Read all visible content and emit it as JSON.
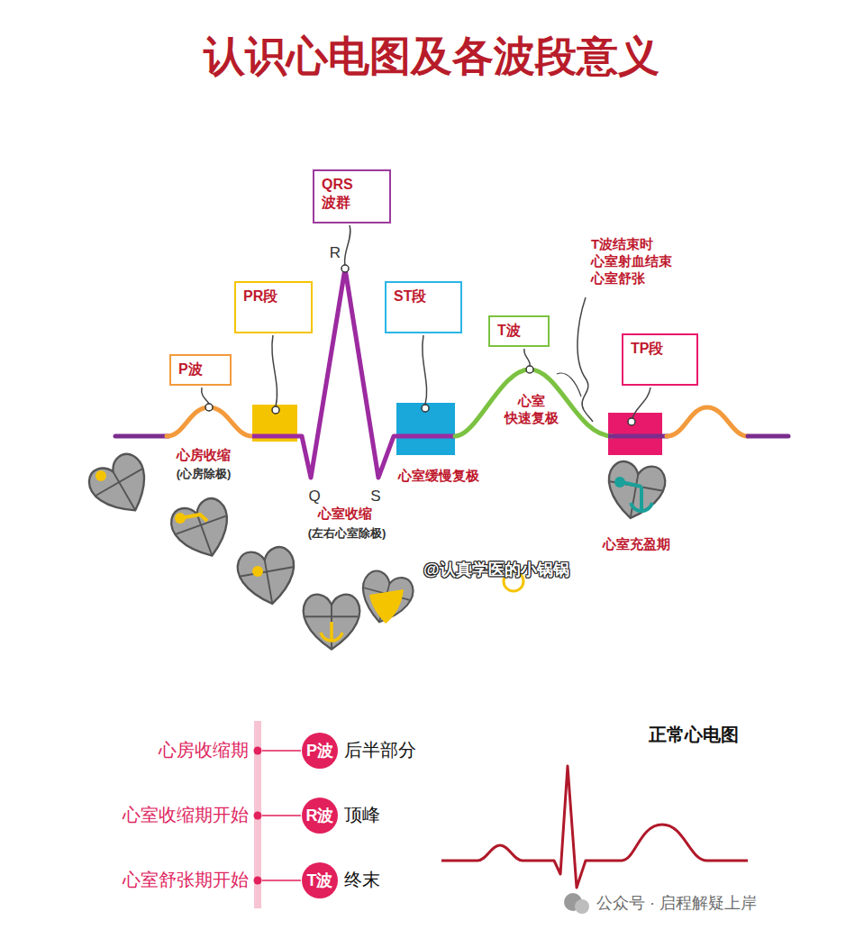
{
  "diagram": {
    "title": "认识心电图及各波段意义",
    "nodes": [
      {
        "text": [
          "P波"
        ]
      },
      {
        "text": [
          "PR段"
        ]
      },
      {
        "text": [
          "QRS 波群"
        ]
      },
      {
        "text": [
          "ST段"
        ]
      },
      {
        "text": [
          "T波"
        ]
      },
      {
        "text": [
          "TP段"
        ]
      },
      {
        "text": [
          "P波"
        ]
      },
      {
        "text": [
          "R波"
        ]
      },
      {
        "text": [
          "T波"
        ]
      }
    ],
    "labels": [
      "R",
      "Q",
      "S",
      "心房收缩",
      "(心房除极)",
      "心室收缩",
      "(左右心室除极)",
      "心室缓慢复极",
      "心室 快速复极",
      "T波结束时 心室射血结束 心室舒张",
      "心室充盈期",
      "@认真学医的小锅锅",
      "正常心电图",
      "心房收缩期",
      "心室收缩期开始",
      "心室舒张期开始",
      "后半部分",
      "顶峰",
      "终末",
      "公众号 · 启程解疑上岸"
    ]
  }
}
